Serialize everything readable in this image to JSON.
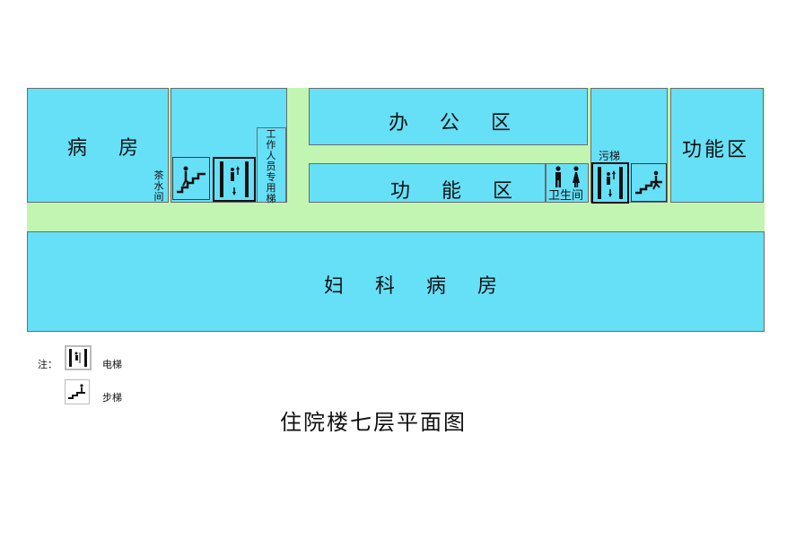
{
  "plan": {
    "title": "住院楼七层平面图",
    "rooms": {
      "ward": "病 房",
      "office": "办 公 区",
      "function_center": "功 能 区",
      "function_right": "功能区",
      "gyn_ward": "妇 科 病 房",
      "tea_room": "茶水间",
      "staff_elevator": "工作人员专用梯",
      "restroom": "卫生间",
      "dirty_elevator": "污梯"
    }
  },
  "legend": {
    "note": "注：",
    "elevator": "电梯",
    "stairs": "步梯"
  },
  "colors": {
    "room_fill": "#66e0f7",
    "corridor_fill": "#c2f5b1",
    "room_border": "#6b6b6b"
  }
}
